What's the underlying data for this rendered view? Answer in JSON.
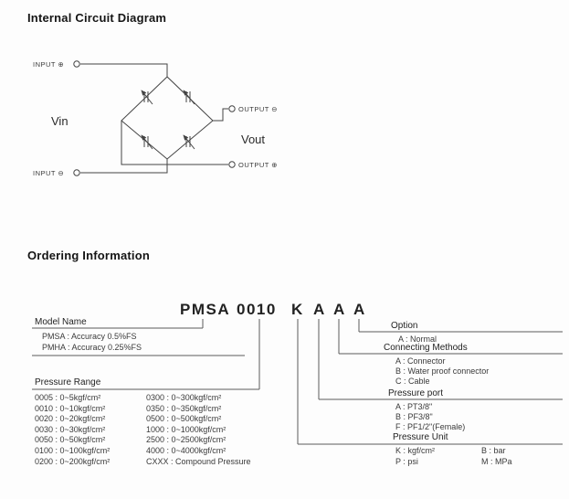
{
  "titles": {
    "circuit": "Internal Circuit Diagram",
    "ordering": "Ordering Information"
  },
  "circuit": {
    "input_plus": "INPUT ⊕",
    "input_minus": "INPUT ⊖",
    "output_minus": "OUTPUT ⊖",
    "output_plus": "OUTPUT ⊕",
    "vin": "Vin",
    "vout": "Vout"
  },
  "ordering": {
    "part_number": [
      "PMSA",
      "0010",
      "K",
      "A",
      "A",
      "A"
    ],
    "model_name": {
      "title": "Model Name",
      "rows": [
        "PMSA : Accuracy 0.5%FS",
        "PMHA : Accuracy 0.25%FS"
      ]
    },
    "pressure_range": {
      "title": "Pressure Range",
      "col1": [
        "0005 : 0~5kgf/cm²",
        "0010 : 0~10kgf/cm²",
        "0020 : 0~20kgf/cm²",
        "0030 : 0~30kgf/cm²",
        "0050 : 0~50kgf/cm²",
        "0100 : 0~100kgf/cm²",
        "0200 : 0~200kgf/cm²"
      ],
      "col2": [
        "0300 : 0~300kgf/cm²",
        "0350 : 0~350kgf/cm²",
        "0500 : 0~500kgf/cm²",
        "1000 : 0~1000kgf/cm²",
        "2500 : 0~2500kgf/cm²",
        "4000 : 0~4000kgf/cm²",
        "CXXX : Compound Pressure"
      ]
    },
    "option": {
      "title": "Option",
      "items": [
        "A : Normal"
      ]
    },
    "connecting_methods": {
      "title": "Connecting Methods",
      "items": [
        "A : Connector",
        "B : Water proof connector",
        "C : Cable"
      ]
    },
    "pressure_port": {
      "title": "Pressure port",
      "items": [
        "A : PT3/8\"",
        "B : PF3/8\"",
        "F : PF1/2\"(Female)"
      ]
    },
    "pressure_unit": {
      "title": "Pressure Unit",
      "items": [
        "K : kgf/cm²",
        "B : bar",
        "P : psi",
        "M : MPa"
      ]
    }
  }
}
